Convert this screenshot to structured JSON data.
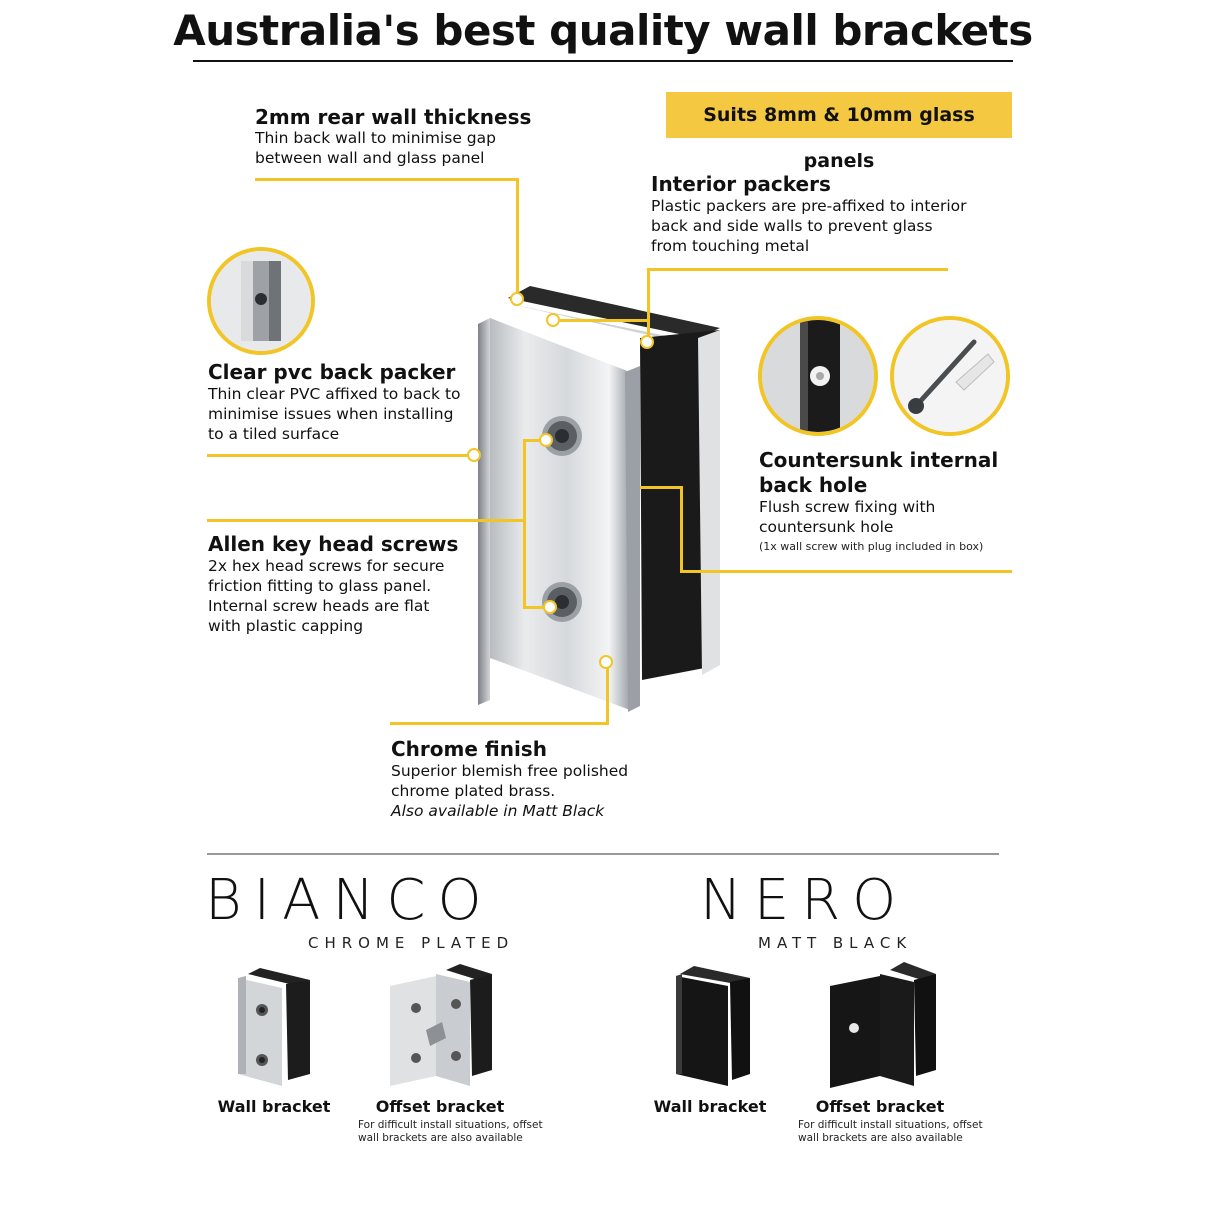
{
  "title": "Australia's best quality wall brackets",
  "badge": "Suits 8mm & 10mm glass panels",
  "features": {
    "rear_wall": {
      "heading": "2mm rear wall thickness",
      "lines": [
        "Thin back wall to minimise gap",
        "between wall and glass panel"
      ]
    },
    "interior_packers": {
      "heading": "Interior packers",
      "lines": [
        "Plastic packers are pre-affixed to interior",
        "back and side walls to prevent glass",
        "from touching metal"
      ]
    },
    "back_packer": {
      "heading": "Clear pvc back packer",
      "lines": [
        "Thin clear PVC affixed to back to",
        "minimise issues when installing",
        "to a tiled surface"
      ]
    },
    "countersunk": {
      "heading_lines": [
        "Countersunk internal",
        "back hole"
      ],
      "lines": [
        "Flush screw fixing with",
        "countersunk hole"
      ],
      "note": "(1x wall screw with plug included in box)"
    },
    "screws": {
      "heading": "Allen key head screws",
      "lines": [
        "2x hex head screws for secure",
        "friction fitting to glass panel.",
        "Internal screw heads are flat",
        "with plastic capping"
      ]
    },
    "chrome": {
      "heading": "Chrome finish",
      "lines": [
        "Superior blemish free polished",
        "chrome plated brass."
      ],
      "italic_line": "Also available in Matt Black"
    }
  },
  "ranges": {
    "bianco": {
      "name": "BIANCO",
      "subtitle": "CHROME PLATED",
      "wall_label": "Wall bracket",
      "offset_label": "Offset bracket",
      "offset_note": [
        "For difficult install situations, offset",
        "wall brackets are also available"
      ]
    },
    "nero": {
      "name": "NERO",
      "subtitle": "MATT BLACK",
      "wall_label": "Wall bracket",
      "offset_label": "Offset bracket",
      "offset_note": [
        "For difficult install situations, offset",
        "wall brackets are also available"
      ]
    }
  },
  "colors": {
    "accent": "#f2c526",
    "badge": "#f5c842",
    "text": "#111111",
    "chrome": "#c9cccf",
    "black": "#151515"
  }
}
